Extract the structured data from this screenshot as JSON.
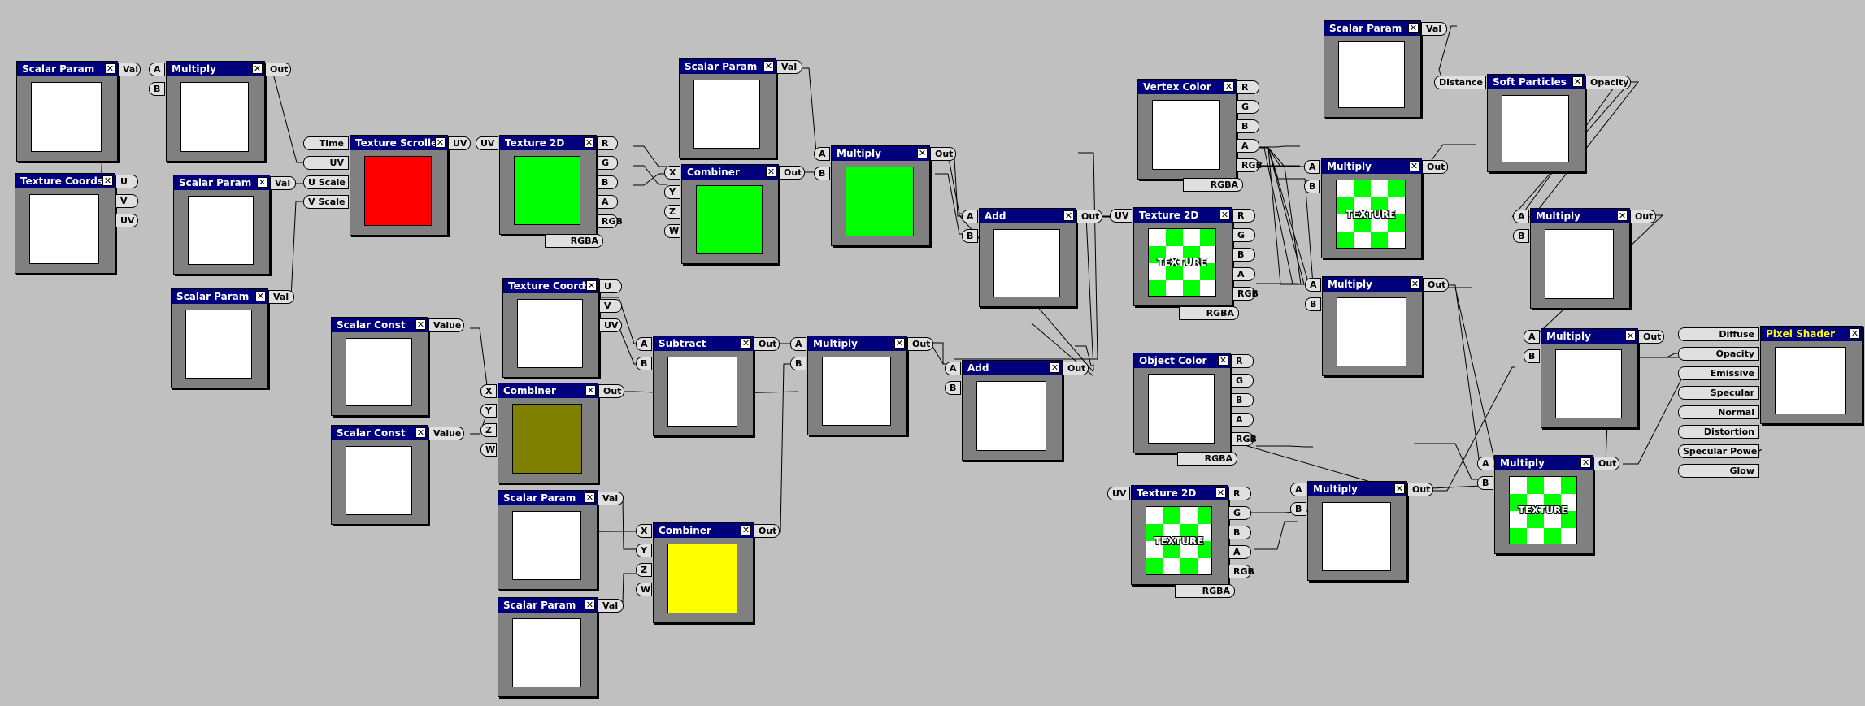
{
  "canvas": {
    "background": "#c0c0c0",
    "header_color": "#00007c",
    "wire_color": "#000000"
  },
  "nodes": [
    {
      "id": "n1",
      "title": "Scalar Param",
      "preview": "#ffffff",
      "outs": [
        "Val"
      ],
      "ins": []
    },
    {
      "id": "n2",
      "title": "Multiply",
      "preview": "#ffffff",
      "outs": [
        "Out"
      ],
      "ins": [
        "A",
        "B"
      ]
    },
    {
      "id": "n3",
      "title": "Texture Coords",
      "preview": "#ffffff",
      "outs": [
        "U",
        "V",
        "UV"
      ],
      "ins": []
    },
    {
      "id": "n4",
      "title": "Scalar Param",
      "preview": "#ffffff",
      "outs": [
        "Val"
      ],
      "ins": []
    },
    {
      "id": "n5",
      "title": "Scalar Param",
      "preview": "#ffffff",
      "outs": [
        "Val"
      ],
      "ins": []
    },
    {
      "id": "n6",
      "title": "Texture Scroller",
      "preview": "#ff0000",
      "outs": [
        "UV"
      ],
      "ins": [
        "Time",
        "UV",
        "U Scale",
        "V Scale"
      ]
    },
    {
      "id": "n7",
      "title": "Texture 2D",
      "preview": "#00ff00",
      "outs": [
        "R",
        "G",
        "B",
        "A",
        "RGB",
        "RGBA"
      ],
      "ins": [
        "UV"
      ]
    },
    {
      "id": "n8",
      "title": "Scalar Param",
      "preview": "#ffffff",
      "outs": [
        "Val"
      ],
      "ins": []
    },
    {
      "id": "n9",
      "title": "Combiner",
      "preview": "#00ff00",
      "outs": [
        "Out"
      ],
      "ins": [
        "X",
        "Y",
        "Z",
        "W"
      ]
    },
    {
      "id": "n10",
      "title": "Multiply",
      "preview": "#00ff00",
      "outs": [
        "Out"
      ],
      "ins": [
        "A",
        "B"
      ]
    },
    {
      "id": "n11",
      "title": "Texture Coords",
      "preview": "#ffffff",
      "outs": [
        "U",
        "V",
        "UV"
      ],
      "ins": []
    },
    {
      "id": "n12",
      "title": "Scalar Const",
      "preview": "#ffffff",
      "outs": [
        "Value"
      ],
      "ins": []
    },
    {
      "id": "n13",
      "title": "Combiner",
      "preview": "#808000",
      "outs": [
        "Out"
      ],
      "ins": [
        "X",
        "Y",
        "Z",
        "W"
      ]
    },
    {
      "id": "n14",
      "title": "Scalar Const",
      "preview": "#ffffff",
      "outs": [
        "Value"
      ],
      "ins": []
    },
    {
      "id": "n15",
      "title": "Subtract",
      "preview": "#ffffff",
      "outs": [
        "Out"
      ],
      "ins": [
        "A",
        "B"
      ]
    },
    {
      "id": "n16",
      "title": "Multiply",
      "preview": "#ffffff",
      "outs": [
        "Out"
      ],
      "ins": [
        "A",
        "B"
      ]
    },
    {
      "id": "n17",
      "title": "Scalar Param",
      "preview": "#ffffff",
      "outs": [
        "Val"
      ],
      "ins": []
    },
    {
      "id": "n18",
      "title": "Combiner",
      "preview": "#ffff00",
      "outs": [
        "Out"
      ],
      "ins": [
        "X",
        "Y",
        "Z",
        "W"
      ]
    },
    {
      "id": "n19",
      "title": "Scalar Param",
      "preview": "#ffffff",
      "outs": [
        "Val"
      ],
      "ins": []
    },
    {
      "id": "n20",
      "title": "Add",
      "preview": "#ffffff",
      "outs": [
        "Out"
      ],
      "ins": [
        "A",
        "B"
      ]
    },
    {
      "id": "n21",
      "title": "Add",
      "preview": "#ffffff",
      "outs": [
        "Out"
      ],
      "ins": [
        "A",
        "B"
      ]
    },
    {
      "id": "n22",
      "title": "Vertex Color",
      "preview": "#ffffff",
      "outs": [
        "R",
        "G",
        "B",
        "A",
        "RGB",
        "RGBA"
      ],
      "ins": []
    },
    {
      "id": "n23",
      "title": "Texture 2D",
      "preview": "checker",
      "preview_label": "TEXTURE",
      "outs": [
        "R",
        "G",
        "B",
        "A",
        "RGB",
        "RGBA"
      ],
      "ins": [
        "UV"
      ]
    },
    {
      "id": "n24",
      "title": "Object Color",
      "preview": "#ffffff",
      "outs": [
        "R",
        "G",
        "B",
        "A",
        "RGB",
        "RGBA"
      ],
      "ins": []
    },
    {
      "id": "n25",
      "title": "Texture 2D",
      "preview": "checker",
      "preview_label": "TEXTURE",
      "outs": [
        "R",
        "G",
        "B",
        "A",
        "RGB",
        "RGBA"
      ],
      "ins": [
        "UV"
      ]
    },
    {
      "id": "n26",
      "title": "Scalar Param",
      "preview": "#ffffff",
      "outs": [
        "Val"
      ],
      "ins": []
    },
    {
      "id": "n27",
      "title": "Soft Particles",
      "preview": "#ffffff",
      "outs": [
        "Opacity"
      ],
      "ins": [
        "Distance"
      ]
    },
    {
      "id": "n28",
      "title": "Multiply",
      "preview": "checker",
      "preview_label": "TEXTURE",
      "outs": [
        "Out"
      ],
      "ins": [
        "A",
        "B"
      ]
    },
    {
      "id": "n29",
      "title": "Multiply",
      "preview": "#ffffff",
      "outs": [
        "Out"
      ],
      "ins": [
        "A",
        "B"
      ]
    },
    {
      "id": "n30",
      "title": "Multiply",
      "preview": "#ffffff",
      "outs": [
        "Out"
      ],
      "ins": [
        "A",
        "B"
      ]
    },
    {
      "id": "n31",
      "title": "Multiply",
      "preview": "#ffffff",
      "outs": [
        "Out"
      ],
      "ins": [
        "A",
        "B"
      ]
    },
    {
      "id": "n32",
      "title": "Multiply",
      "preview": "#ffffff",
      "outs": [
        "Out"
      ],
      "ins": [
        "A",
        "B"
      ]
    },
    {
      "id": "n33",
      "title": "Multiply",
      "preview": "checker",
      "preview_label": "TEXTURE",
      "outs": [
        "Out"
      ],
      "ins": [
        "A",
        "B"
      ]
    },
    {
      "id": "n34",
      "title": "Pixel Shader",
      "preview": "#ffffff",
      "outs": [],
      "ins": [
        "Diffuse",
        "Opacity",
        "Emissive",
        "Specular",
        "Normal",
        "Distortion",
        "Specular Power",
        "Glow"
      ]
    }
  ]
}
